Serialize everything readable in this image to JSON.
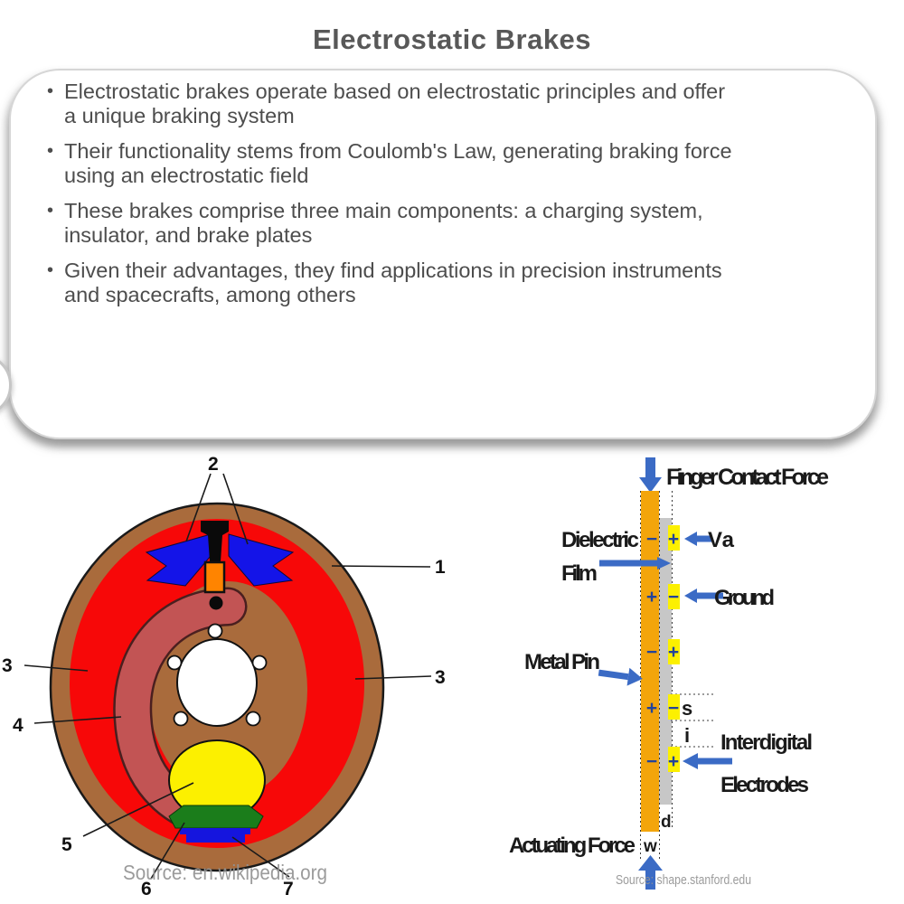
{
  "title": "Electrostatic Brakes",
  "infobox": {
    "bullets": [
      {
        "l1": "Electrostatic brakes operate based on electrostatic principles and offer",
        "l2": "a unique braking system"
      },
      {
        "l1": "Their functionality stems from Coulomb's Law, generating braking force",
        "l2": "using an electrostatic field"
      },
      {
        "l1": "These brakes comprise three main components: a charging system,",
        "l2": "insulator, and brake plates"
      },
      {
        "l1": "Given their advantages, they find applications in precision instruments",
        "l2": "and spacecrafts, among others"
      }
    ]
  },
  "drum_diagram": {
    "labels": {
      "n1": "1",
      "n2": "2",
      "n3_left": "3",
      "n3_right": "3",
      "n4": "4",
      "n5": "5",
      "n6": "6",
      "n7": "7"
    },
    "source": "Source: en.wikipedia.org"
  },
  "electrode_diagram": {
    "finger_contact_force": "Finger Contact Force",
    "dielectric": "Dielectric",
    "film": "Film",
    "va": "Va",
    "ground": "Ground",
    "metal_pin": "Metal Pin",
    "s": "s",
    "i": "i",
    "interdigital": "Interdigital",
    "electrodes": "Electrodes",
    "d": "d",
    "w": "w",
    "actuating_force": "Actuating Force",
    "source": "Source: shape.stanford.edu",
    "rows": [
      {
        "bar": "−",
        "pad": "+"
      },
      {
        "bar": "+",
        "pad": "−"
      },
      {
        "bar": "−",
        "pad": "+"
      },
      {
        "bar": "+",
        "pad": "−"
      },
      {
        "bar": "−",
        "pad": "+"
      }
    ]
  },
  "colors": {
    "drum_brown": "#A96B3C",
    "shoe_red": "#F70808",
    "lever_crimson": "#C25454",
    "lever_outline": "#4a1f1f",
    "spring_blue": "#1414E8",
    "adjuster_orange": "#FF8400",
    "cylinder_yellow": "#FCF000",
    "green_part": "#1B7D1B",
    "part7_blue": "#1515DE",
    "bar_orange": "#F3A50B",
    "film_gray": "#C7C7C7",
    "pad_yellow": "#FCF000",
    "arrow_blue": "#3B6BC5",
    "symbol_navy": "#23439A"
  }
}
